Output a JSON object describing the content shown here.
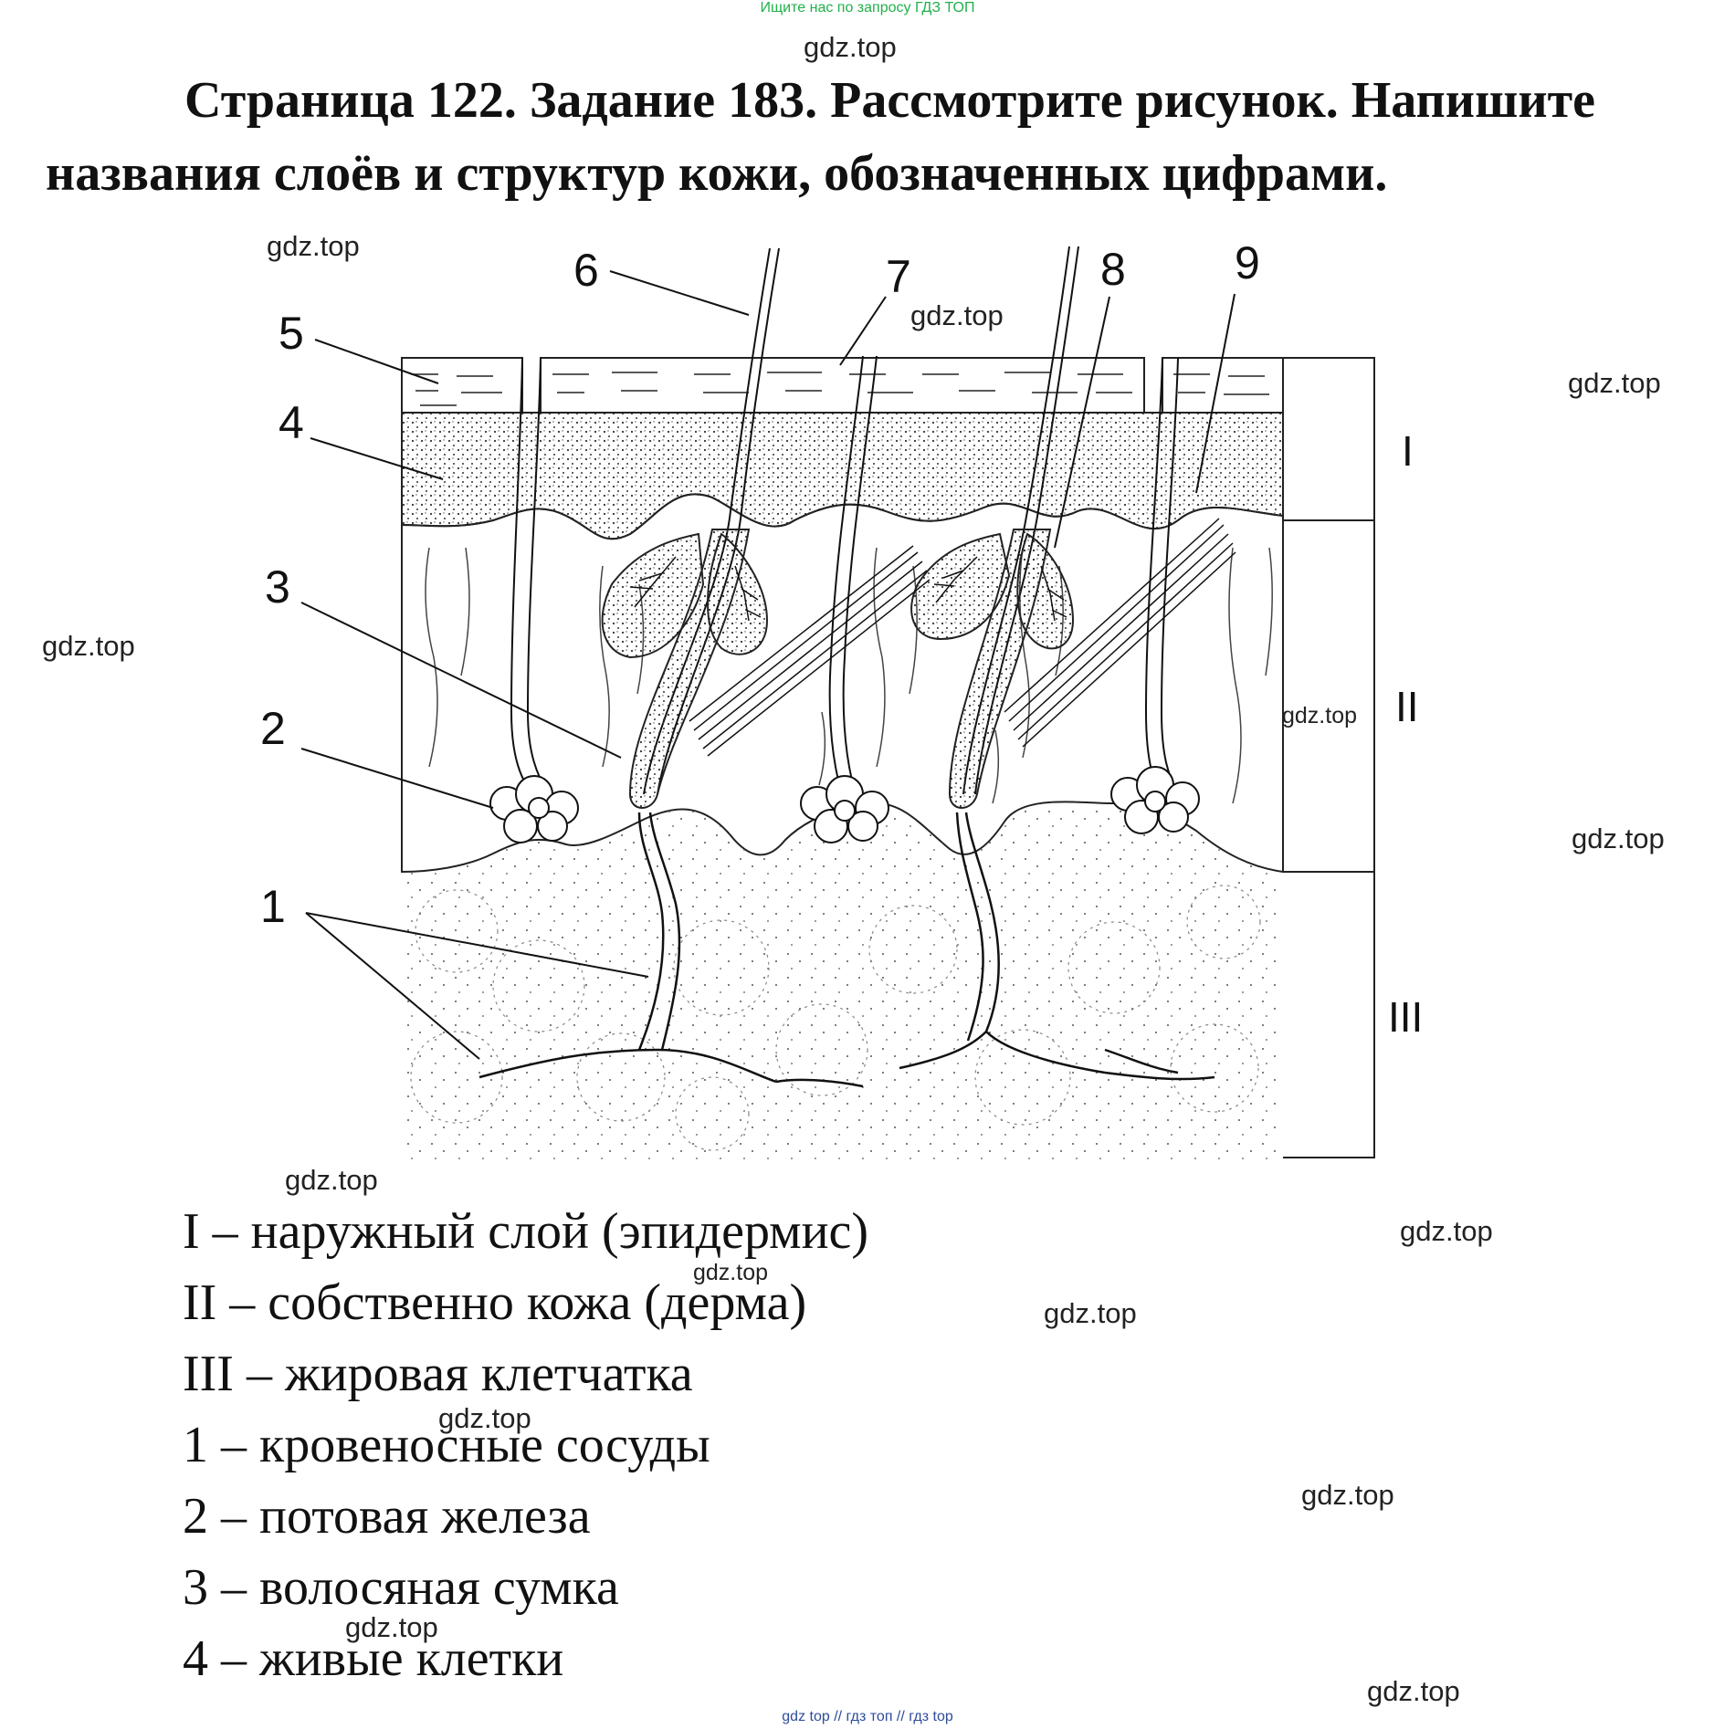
{
  "banner": "Ищите нас по запросу ГДЗ ТОП",
  "watermark": "gdz.top",
  "title": "Страница 122. Задание 183. Рассмотрите рисунок. Напишите названия слоёв и структур кожи, обозначенных цифрами.",
  "figure": {
    "labels": [
      "1",
      "2",
      "3",
      "4",
      "5",
      "6",
      "7",
      "8",
      "9"
    ],
    "layers": [
      "I",
      "II",
      "III"
    ]
  },
  "answers": [
    "I – наружный слой (эпидермис)",
    "II – собственно кожа (дерма)",
    "III – жировая клетчатка",
    "1 – кровеносные сосуды",
    "2 – потовая железа",
    "3 – волосяная сумка",
    "4 – живые клетки"
  ],
  "footer": "gdz top  //  гдз топ  //  гдз top"
}
